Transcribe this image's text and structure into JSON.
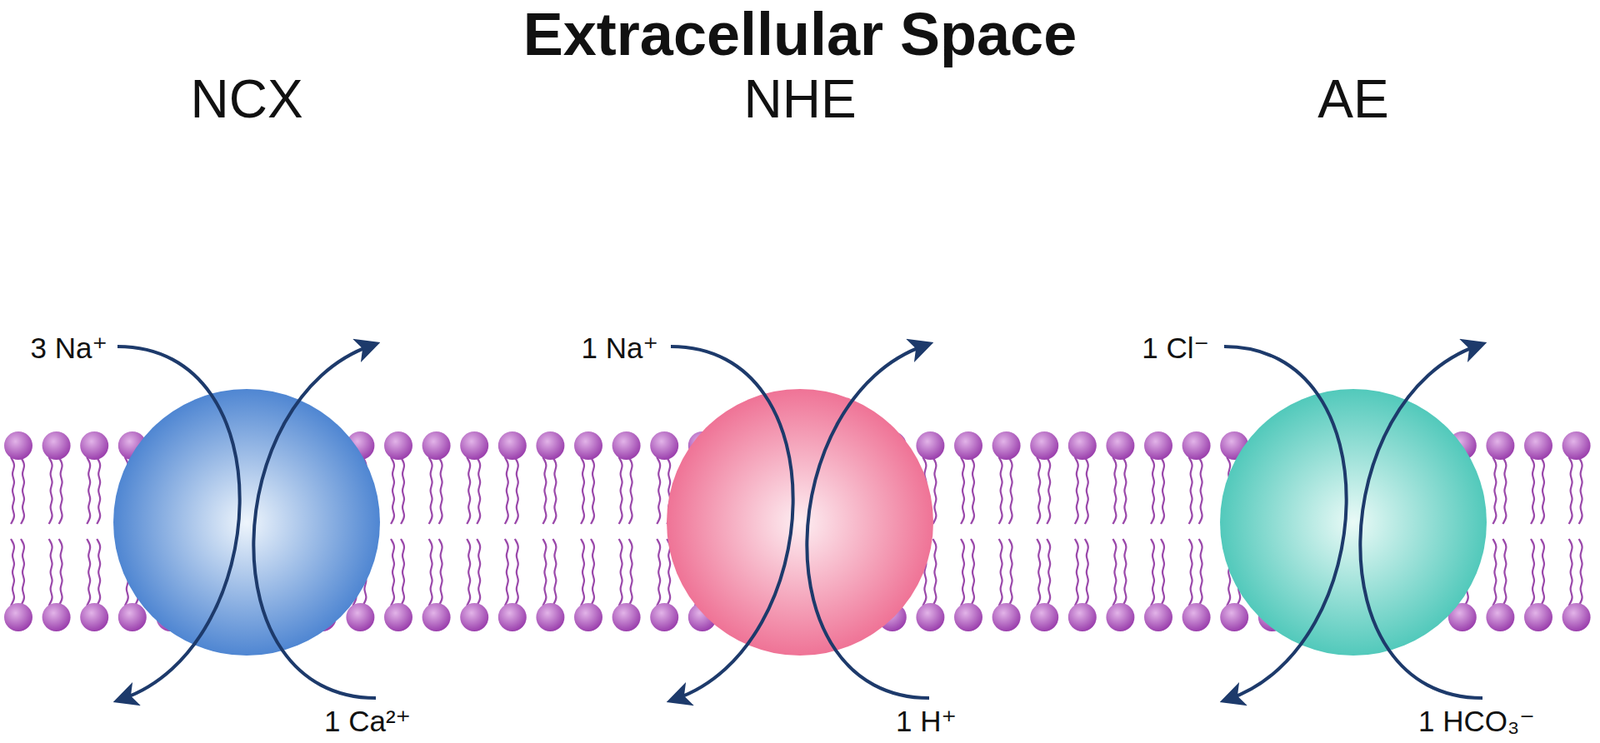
{
  "diagram": {
    "title": "Extracellular Space",
    "nodes": [
      {
        "text": [
          "NCX"
        ]
      },
      {
        "text": [
          "NHE"
        ]
      },
      {
        "text": [
          "AE"
        ]
      }
    ],
    "labels": [
      "3 Na⁺",
      "1 Ca²⁺",
      "1 Na⁺",
      "1 H⁺",
      "1 Cl⁻",
      "1 HCO₃⁻"
    ]
  }
}
